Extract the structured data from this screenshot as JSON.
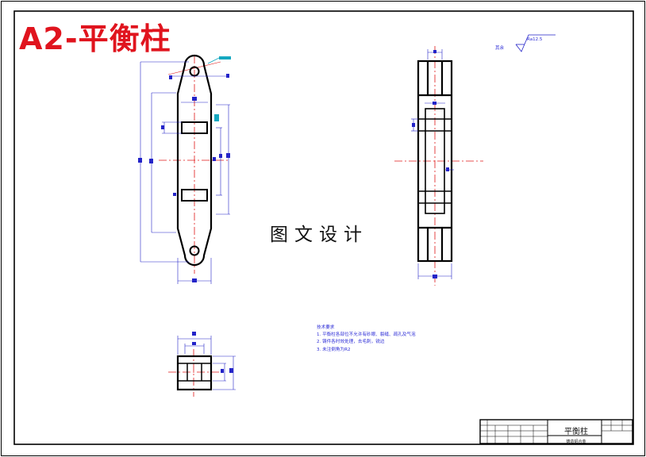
{
  "overlay": {
    "title": "A2-平衡柱",
    "watermark": "图文设计"
  },
  "drawing": {
    "roughness_label": "其余",
    "roughness_value": "Ra12.5",
    "tech_requirements": {
      "heading": "技术要求",
      "items": [
        "1. 平衡柱各部位不允许有砂眼、裂缝、疏孔及气泡",
        "2. 铸件各时效处理，去毛刺，锐边",
        "3. 未注倒角为R2"
      ]
    },
    "title_block": {
      "part_name": "平衡柱",
      "material": "铸造铝合金"
    }
  },
  "colors": {
    "outline": "#000000",
    "centerline": "#e01818",
    "dimension": "#2424c8",
    "leader": "#15a8c0",
    "title": "#e0141e"
  }
}
